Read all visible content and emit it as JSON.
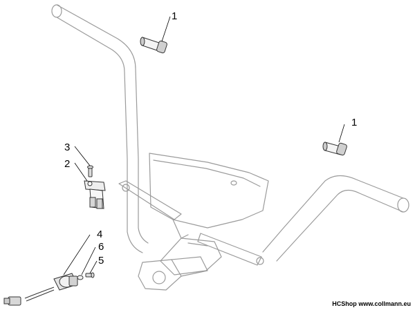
{
  "diagram": {
    "callouts": [
      "1",
      "1",
      "3",
      "2",
      "4",
      "6",
      "5"
    ]
  },
  "watermark": {
    "shop": "HCShop",
    "site": "www.collmann.eu"
  }
}
